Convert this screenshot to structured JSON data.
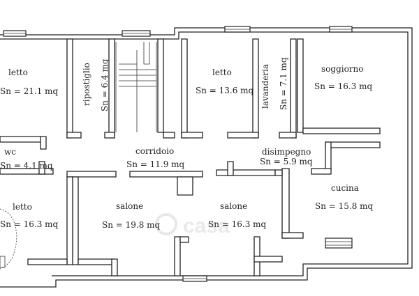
{
  "rooms": [
    {
      "id": "letto-1",
      "name": "letto",
      "area": "Sn = 21.1 mq"
    },
    {
      "id": "ripostiglio",
      "name": "ripostiglio",
      "area": "Sn = 6.4 mq"
    },
    {
      "id": "letto-2",
      "name": "letto",
      "area": "Sn = 13.6 mq"
    },
    {
      "id": "lavanderia",
      "name": "lavanderia",
      "area": "Sn = 7.1 mq"
    },
    {
      "id": "soggiorno",
      "name": "soggiorno",
      "area": "Sn = 16.3 mq"
    },
    {
      "id": "wc",
      "name": "wc",
      "area": "Sn = 4.1 mq"
    },
    {
      "id": "corridoio",
      "name": "corridoio",
      "area": "Sn = 11.9 mq"
    },
    {
      "id": "disimpegno",
      "name": "disimpegno",
      "area": "Sn = 5.9 mq"
    },
    {
      "id": "cucina",
      "name": "cucina",
      "area": "Sn = 15.8 mq"
    },
    {
      "id": "letto-3",
      "name": "letto",
      "area": "Sn = 16.3 mq"
    },
    {
      "id": "salone-1",
      "name": "salone",
      "area": "Sn = 19.8 mq"
    },
    {
      "id": "salone-2",
      "name": "salone",
      "area": "Sn = 16.3 mq"
    }
  ],
  "watermark": "casa"
}
